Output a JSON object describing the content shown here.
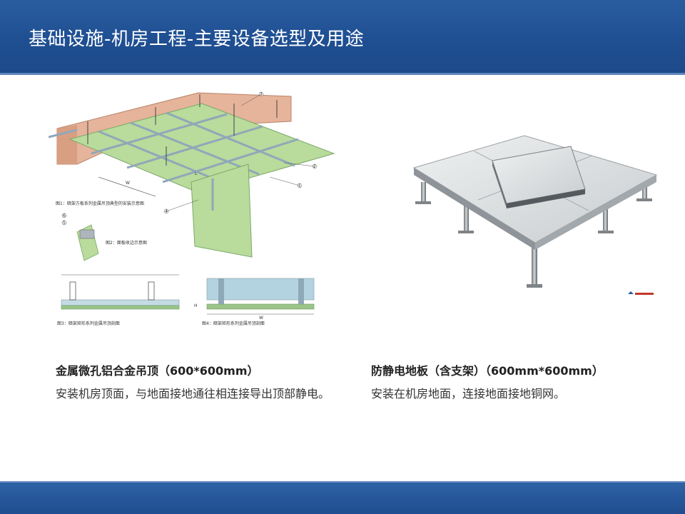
{
  "header": {
    "title": "基础设施-机房工程-主要设备选型及用途"
  },
  "left": {
    "title": "金属微孔铝合金吊顶（600*600mm）",
    "desc": "安装机房顶面，与地面接地通往相连接导出顶部静电。",
    "figure": {
      "fig1_caption": "图1：暗架方板系列金属吊顶典型的安装示意图",
      "fig2_caption": "图2：面板收边示意图",
      "fig3_caption": "图3：暗架矩形系列金属吊顶剖面",
      "fig4_caption": "图4：暗架矩形系列金属吊顶剖面",
      "w_label": "W",
      "l_label": "L",
      "h_label": "H",
      "callouts": [
        "1",
        "2",
        "3",
        "4",
        "5",
        "6"
      ]
    }
  },
  "right": {
    "title": "防静电地板（含支架）（600mm*600mm）",
    "desc": "安装在机房地面，连接地面接地铜网。"
  },
  "colors": {
    "header_blue": "#1f4f92",
    "panel_green": "#a9d08e",
    "floor_gray": "#c9cdcf"
  }
}
